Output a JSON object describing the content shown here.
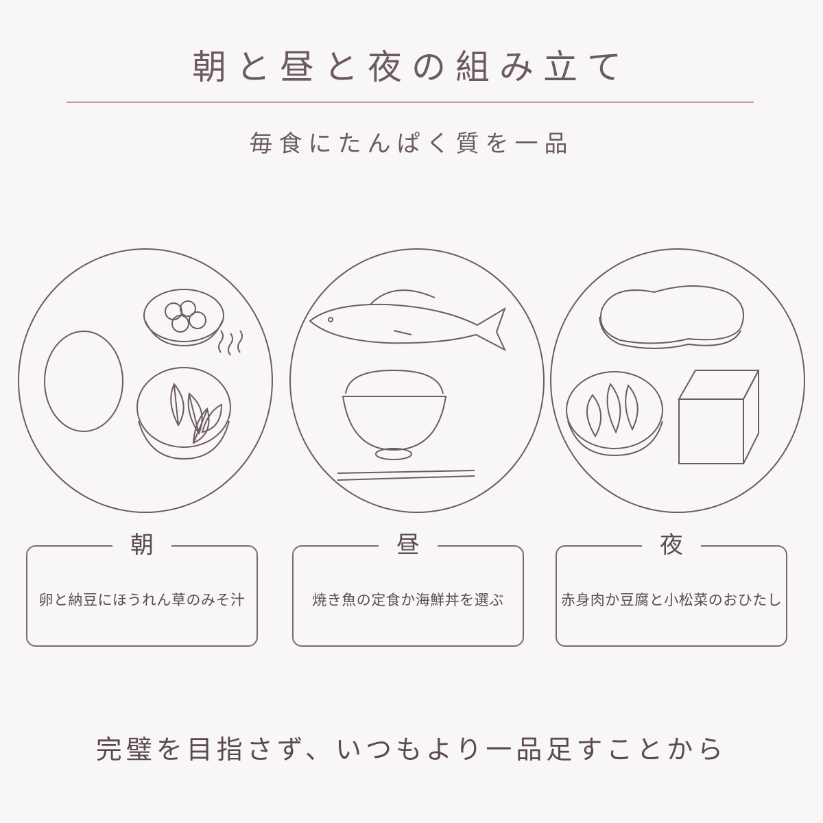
{
  "header": {
    "title": "朝と昼と夜の組み立て",
    "subtitle": "毎食にたんぱく質を一品"
  },
  "meals": [
    {
      "label": "朝",
      "text": "卵と納豆にほうれん草のみそ汁"
    },
    {
      "label": "昼",
      "text": "焼き魚の定食か海鮮丼を選ぶ"
    },
    {
      "label": "夜",
      "text": "赤身肉か豆腐と小松菜のおひたし"
    }
  ],
  "footer": {
    "text": "完璧を目指さず、いつもより一品足すことから"
  },
  "colors": {
    "accent_rule": "#c99aaa",
    "line": "#6e5a62",
    "background": "#f8f6f7"
  },
  "icons": [
    "egg-icon",
    "natto-bowl-icon",
    "miso-soup-icon",
    "fish-icon",
    "rice-bowl-icon",
    "chopsticks-icon",
    "steak-icon",
    "greens-bowl-icon",
    "tofu-icon"
  ]
}
